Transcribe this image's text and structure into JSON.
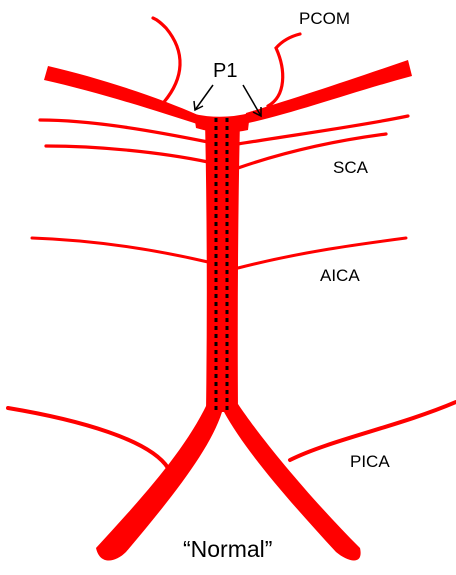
{
  "labels": {
    "pcom": "PCOM",
    "p1": "P1",
    "sca": "SCA",
    "aica": "AICA",
    "pica": "PICA"
  },
  "caption": "“Normal”",
  "colors": {
    "vessel": "#ff0000",
    "dotted_line": "#000000",
    "background": "#ffffff"
  }
}
